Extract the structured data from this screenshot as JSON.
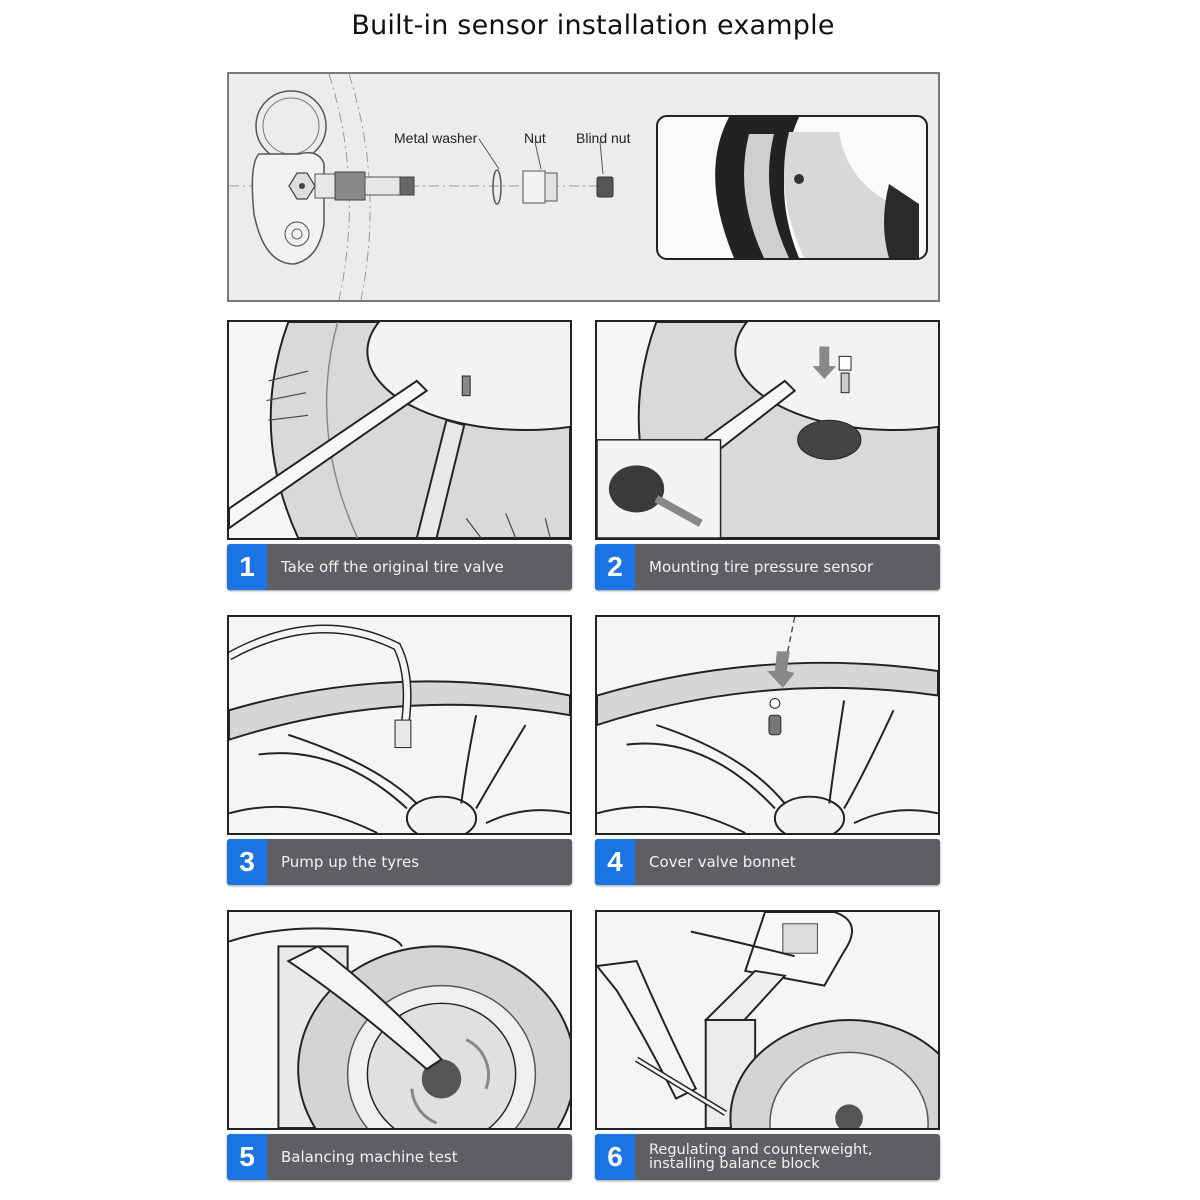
{
  "title": "Built-in sensor installation example",
  "diagram": {
    "parts": [
      {
        "label": "Metal washer"
      },
      {
        "label": "Nut"
      },
      {
        "label": "Blind nut"
      }
    ]
  },
  "steps": [
    {
      "number": "1",
      "label": "Take off the original tire valve"
    },
    {
      "number": "2",
      "label": "Mounting tire pressure sensor"
    },
    {
      "number": "3",
      "label": "Pump up the tyres"
    },
    {
      "number": "4",
      "label": "Cover valve bonnet"
    },
    {
      "number": "5",
      "label": "Balancing machine test"
    },
    {
      "number": "6",
      "label": "Regulating and counterweight, installing balance block"
    }
  ],
  "colors": {
    "badge": "#1b74e4",
    "caption_bg": "#5f5f63",
    "panel_bg": "#ececec"
  }
}
